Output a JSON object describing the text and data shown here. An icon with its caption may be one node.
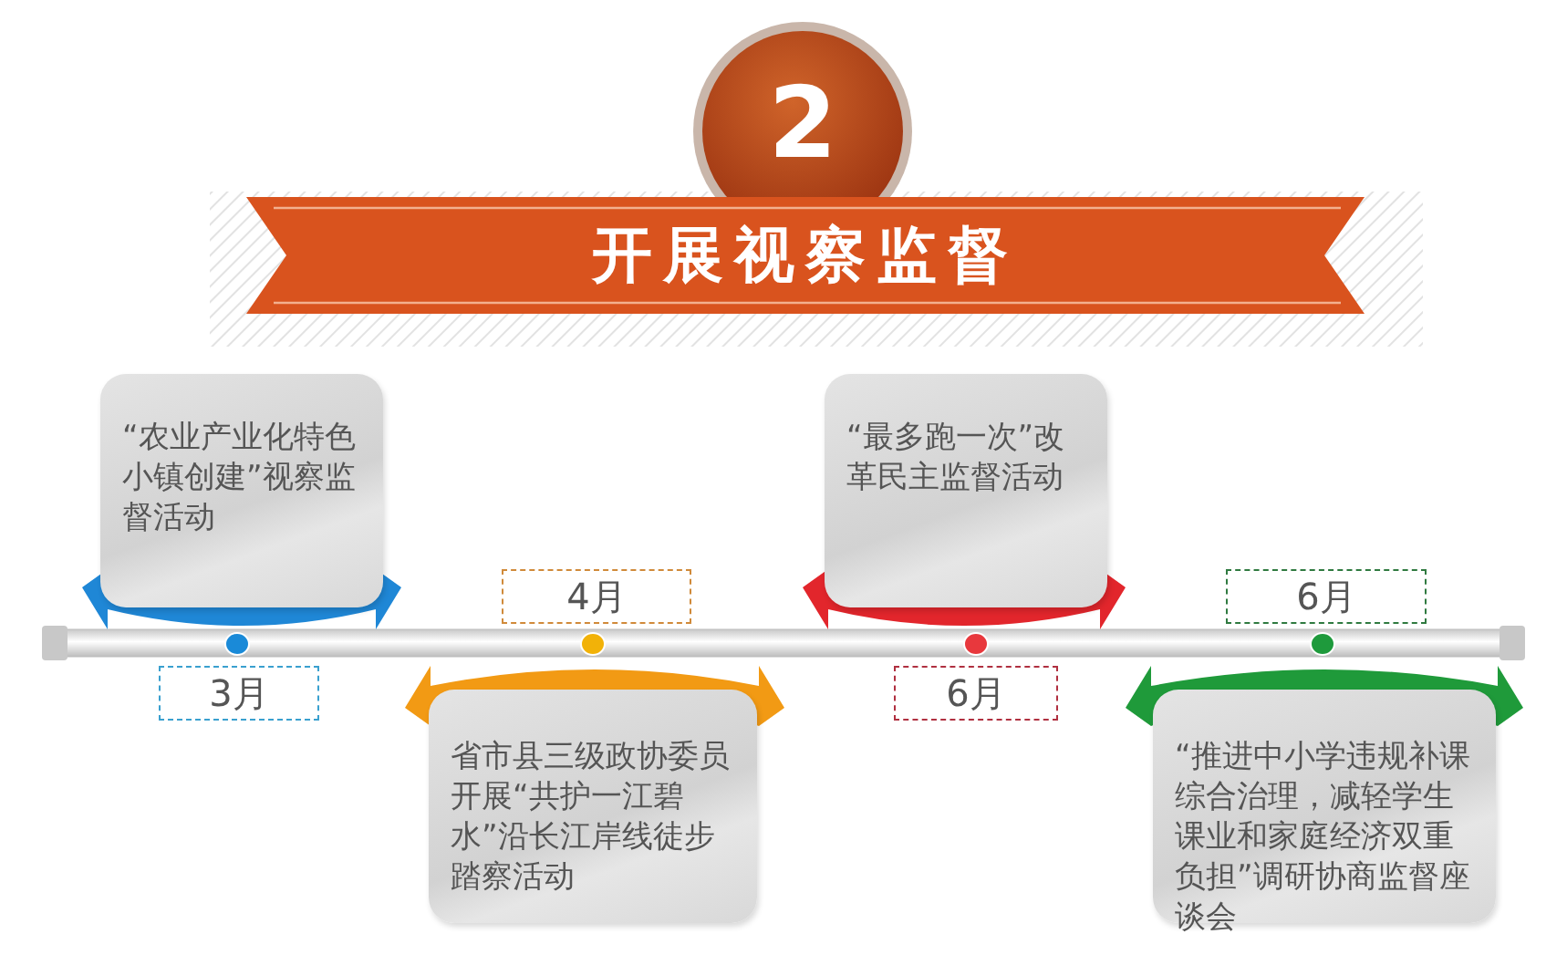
{
  "diagram": {
    "title": "开展视察监督",
    "nodes": [
      {
        "text": [
          "“农业产业化特色小镇创建”视察监督活动"
        ]
      },
      {
        "text": [
          "3月"
        ]
      },
      {
        "text": [
          "4月"
        ]
      },
      {
        "text": [
          "省市县三级政协委员开展“共护一江碧水”沿长江岸线徒步踏察活动"
        ]
      },
      {
        "text": [
          "“最多跑一次”改革民主监督活动"
        ]
      },
      {
        "text": [
          "6月"
        ]
      },
      {
        "text": [
          "6月"
        ]
      },
      {
        "text": [
          "“推进中小学违规补课综合治理，减轻学生课业和家庭经济双重负担”调研协商监督座谈会"
        ]
      }
    ],
    "labels": [
      "2"
    ]
  }
}
